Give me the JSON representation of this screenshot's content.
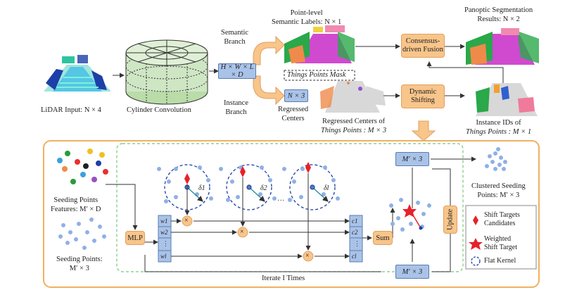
{
  "top": {
    "lidar_input": "LiDAR Input: N × 4",
    "cylinder_conv": "Cylinder Convolution",
    "semantic_branch": [
      "Semantic",
      "Branch"
    ],
    "instance_branch": [
      "Instance",
      "Branch"
    ],
    "feature_box": "H × W × L × D",
    "point_level_labels": [
      "Point-level",
      "Semantic Labels: N × 1"
    ],
    "things_mask": "Things Points Mask",
    "regressed_box": "N × 3",
    "regressed_centers": [
      "Regressed",
      "Centers"
    ],
    "regressed_centers_of": [
      "Regressed Centers of",
      "Things Points : M × 3"
    ],
    "consensus": [
      "Consensus-",
      "driven Fusion"
    ],
    "dynamic_shifting": [
      "Dynamic",
      "Shifting"
    ],
    "panoptic": [
      "Panoptic Segmentation",
      "Results: N × 2"
    ],
    "instance_ids": [
      "Instance IDs of",
      "Things Points : M × 1"
    ]
  },
  "bottom": {
    "seeding_features": [
      "Seeding Points",
      "Features: M′ × D"
    ],
    "seeding_points": [
      "Seeding Points:",
      "M′ × 3"
    ],
    "mlp": "MLP",
    "weights": [
      "w1",
      "w2",
      "⋮",
      "wl"
    ],
    "deltas": [
      "δ1",
      "δ2",
      "δl"
    ],
    "ellipsis": "···",
    "multiply": "×",
    "cs": [
      "c1",
      "c2",
      "⋮",
      "cl"
    ],
    "sum": "Sum",
    "m3_top": "M′ × 3",
    "m3_bottom": "M′ × 3",
    "update": "Update",
    "iterate": "Iterate I Times",
    "clustered": [
      "Clustered Seeding",
      "Points: M′ × 3"
    ],
    "legend": {
      "shift_targets": [
        "Shift Targets",
        "Candidates"
      ],
      "weighted": [
        "Weighted",
        "Shift Target"
      ],
      "flat_kernel": "Flat Kernel"
    }
  },
  "colors": {
    "orange": "#f8c58a",
    "blue_box": "#a9c3e8",
    "green_dash": "#7cc47c",
    "panel_border": "#f0b060",
    "point_blue": "#8fb0e6",
    "red": "#e8202a"
  }
}
